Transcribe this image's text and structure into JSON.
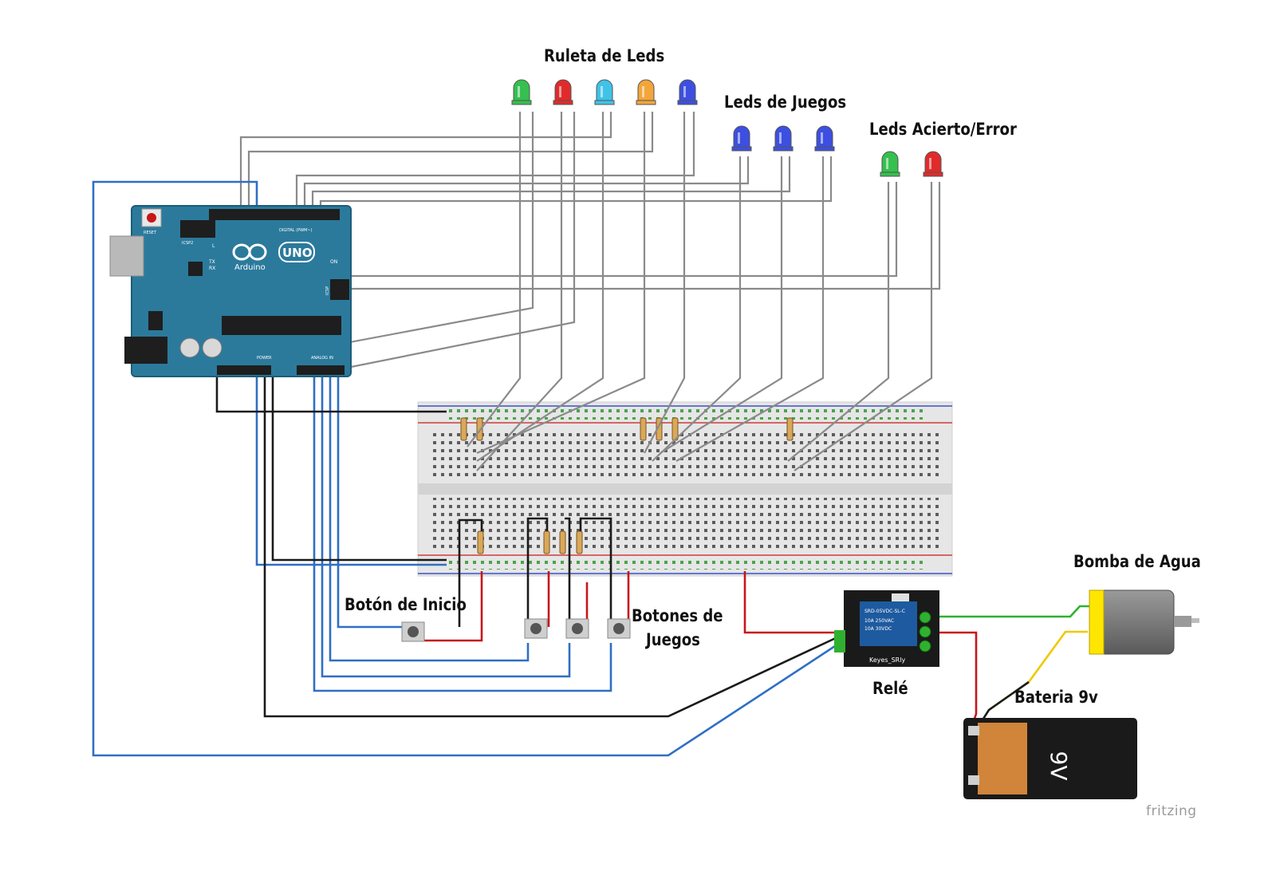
{
  "labels": {
    "ruleta": "Ruleta de Leds",
    "juegos": "Leds de Juegos",
    "acierto": "Leds Acierto/Error",
    "boton_inicio": "Botón de Inicio",
    "botones_line1": "Botones de",
    "botones_line2": "Juegos",
    "rele": "Relé",
    "bomba": "Bomba de Agua",
    "bateria": "Bateria 9v"
  },
  "arduino": {
    "reset": "RESET",
    "icsp2": "ICSP2",
    "logo_text": "Arduino",
    "model": "UNO",
    "digital": "DIGITAL (PWM~)",
    "power": "POWER",
    "analog": "ANALOG IN",
    "on": "ON",
    "tx": "TX",
    "rx": "RX",
    "l": "L",
    "icsp": "ICSP"
  },
  "relay": {
    "model": "SRD-05VDC-SL-C",
    "brand": "Keyes_SRly",
    "rating1": "10A 250VAC",
    "rating2": "10A 30VDC"
  },
  "battery": {
    "voltage": "9V"
  },
  "watermark": "fritzing",
  "colors": {
    "wire_gray": "#8a8a8a",
    "wire_blue": "#2f6fc4",
    "wire_black": "#1a1a1a",
    "wire_red": "#c8161b",
    "wire_green": "#2fb12f",
    "wire_yellow": "#f0c800",
    "arduino_blue": "#2b7a9c",
    "relay_blue": "#1e5a9f",
    "led_green": "#35c04f",
    "led_red": "#e02b2b",
    "led_cyan": "#3fc3e8",
    "led_orange": "#f3a53a",
    "led_blue": "#3c4fe0"
  },
  "leds": {
    "ruleta": [
      "led_green",
      "led_red",
      "led_cyan",
      "led_orange",
      "led_blue"
    ],
    "juegos": [
      "led_blue",
      "led_blue",
      "led_blue"
    ],
    "acierto": [
      "led_green",
      "led_red"
    ]
  }
}
